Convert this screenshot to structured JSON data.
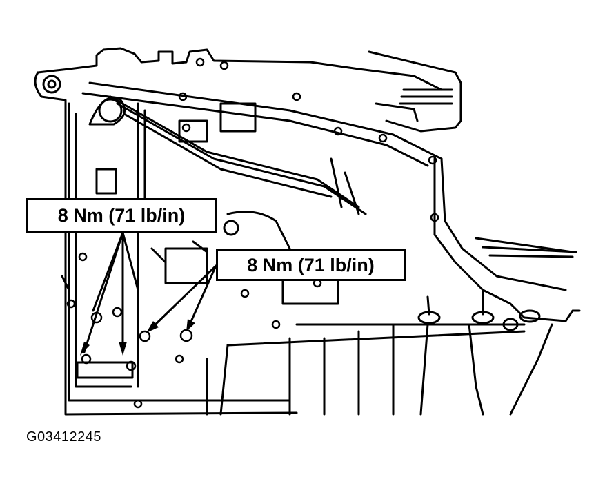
{
  "diagram": {
    "subject": "transmission valve body bolt torque locations",
    "callouts": [
      {
        "label": "8 Nm (71 lb/in)"
      },
      {
        "label": "8 Nm (71 lb/in)"
      }
    ],
    "figure_id": "G03412245"
  },
  "colors": {
    "line": "#000000",
    "background": "#ffffff"
  }
}
